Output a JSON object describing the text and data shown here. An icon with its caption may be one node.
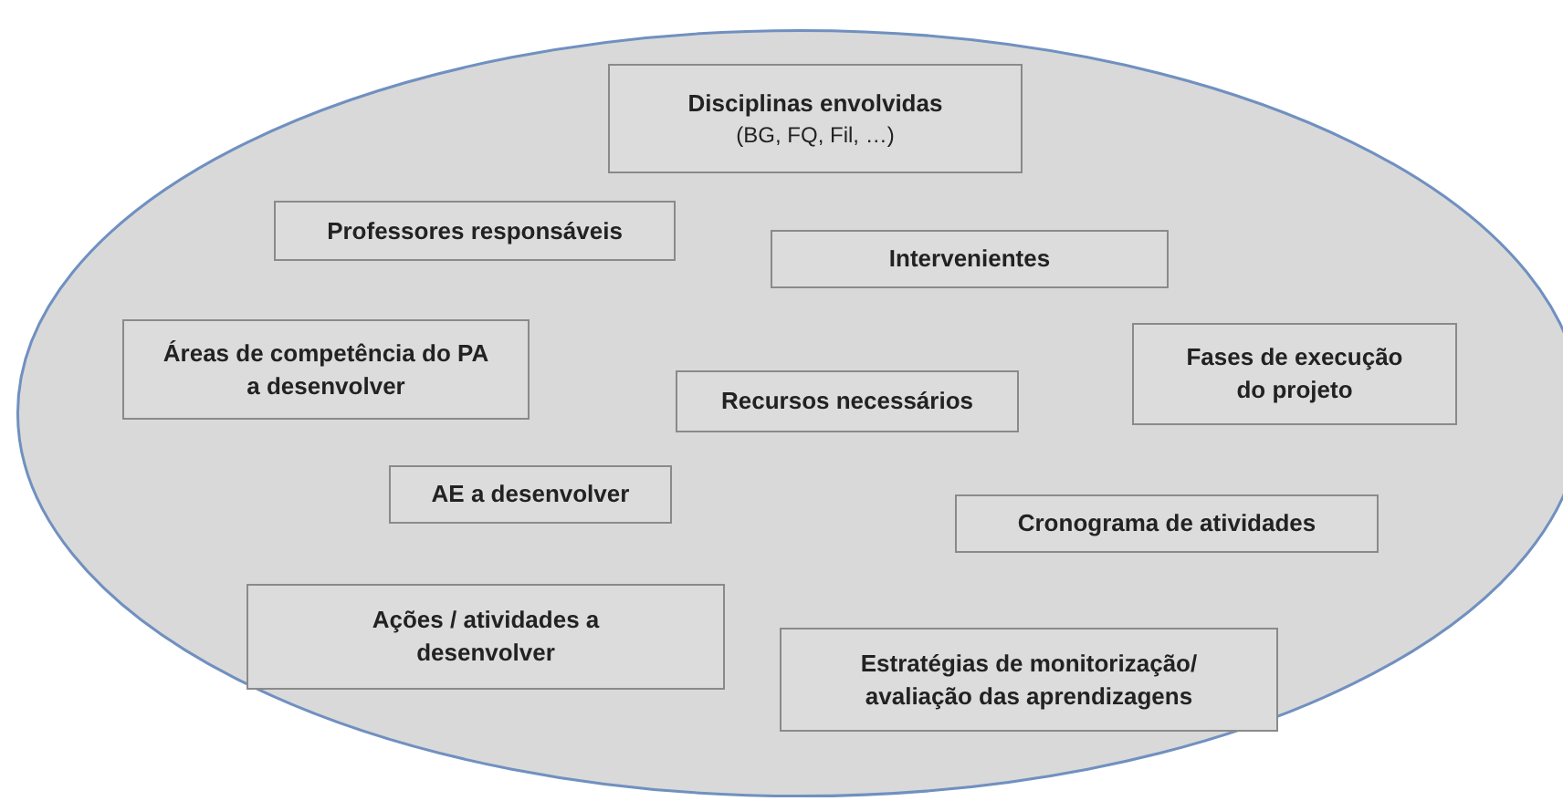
{
  "diagram": {
    "nodes": [
      {
        "text": [],
        "shape": "ellipse"
      },
      {
        "text": [
          "Disciplinas envolvidas",
          "(BG, FQ, Fil, …)"
        ],
        "in": 0
      },
      {
        "text": [
          "Professores responsáveis"
        ],
        "in": 0
      },
      {
        "text": [
          "Intervenientes"
        ],
        "in": 0
      },
      {
        "text": [
          "Áreas de competência do PA a desenvolver"
        ],
        "in": 0
      },
      {
        "text": [
          "Recursos necessários"
        ],
        "in": 0
      },
      {
        "text": [
          "Fases de execução do projeto"
        ],
        "in": 0
      },
      {
        "text": [
          "AE a desenvolver"
        ],
        "in": 0
      },
      {
        "text": [
          "Cronograma de atividades"
        ],
        "in": 0
      },
      {
        "text": [
          "Ações / atividades a desenvolver"
        ],
        "in": 0
      },
      {
        "text": [
          "Estratégias de monitorização/ avaliação das aprendizagens"
        ],
        "in": 0
      }
    ]
  }
}
